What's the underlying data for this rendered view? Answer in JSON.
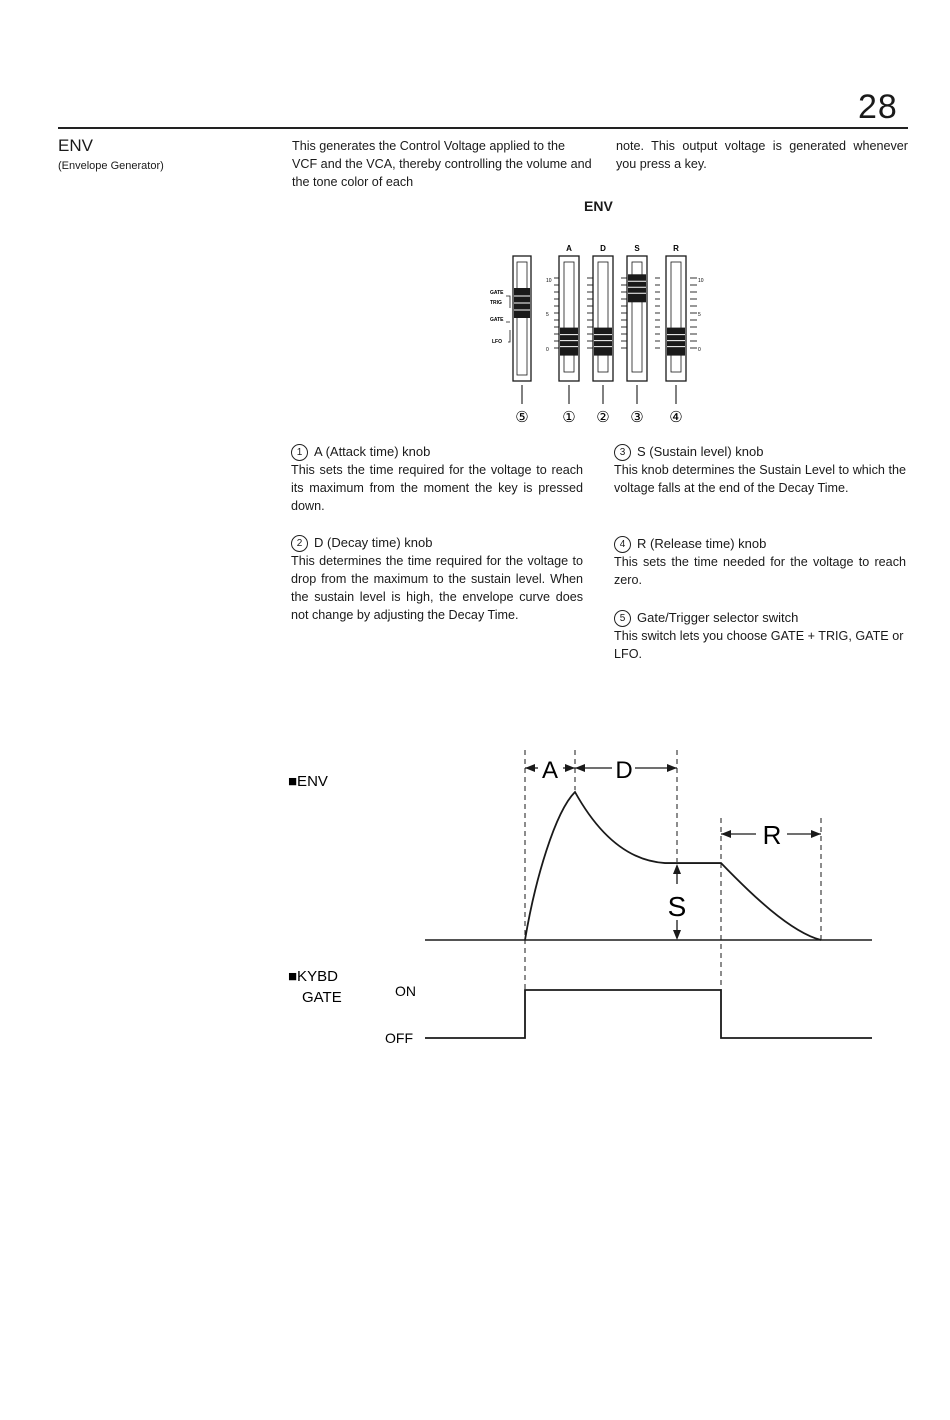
{
  "page_number": "28",
  "side": {
    "title": "ENV",
    "subtitle": "(Envelope Generator)"
  },
  "intro": {
    "col1": "This generates the Control Voltage applied to the VCF and the VCA, thereby controlling the volume and the tone color of each",
    "col2": "note. This output voltage is generated whenever you press a key."
  },
  "panel": {
    "title": "ENV",
    "slider_labels": [
      "A",
      "D",
      "S",
      "R"
    ],
    "switch_labels": [
      "GATE",
      "TRIG",
      "GATE",
      "LFO"
    ],
    "scale_labels": [
      "10",
      "5",
      "0"
    ],
    "callouts": [
      "⑤",
      "①",
      "②",
      "③",
      "④"
    ],
    "slider_levels": {
      "A": 0.2,
      "D": 0.2,
      "S": 0.85,
      "R": 0.2
    }
  },
  "knobs": [
    {
      "num": "1",
      "title": "A (Attack time) knob",
      "text": "This sets the time required for the voltage to reach its maximum from the moment the key is pressed down."
    },
    {
      "num": "2",
      "title": "D (Decay time) knob",
      "text": "This determines the time required for the voltage to drop from the maximum to the sustain level. When the sustain level is high, the envelope curve does not change by adjusting the Decay Time."
    },
    {
      "num": "3",
      "title": "S (Sustain level) knob",
      "text": "This knob determines the Sustain Level to which the voltage falls at the end of the Decay Time."
    },
    {
      "num": "4",
      "title": "R (Release time) knob",
      "text": "This sets the time needed for the voltage to reach zero."
    },
    {
      "num": "5",
      "title": "Gate/Trigger selector switch",
      "text": "This switch lets you choose GATE + TRIG, GATE or LFO."
    }
  ],
  "diagram": {
    "env_label": "■ENV",
    "kybd_label": "■KYBD",
    "gate_label": "GATE",
    "on_label": "ON",
    "off_label": "OFF",
    "segment_labels": {
      "attack": "A",
      "decay": "D",
      "sustain": "S",
      "release": "R"
    },
    "envelope": {
      "attack_peak": 1.0,
      "sustain_level": 0.52
    }
  },
  "colors": {
    "ink": "#1a1a1a",
    "paper": "#ffffff"
  }
}
